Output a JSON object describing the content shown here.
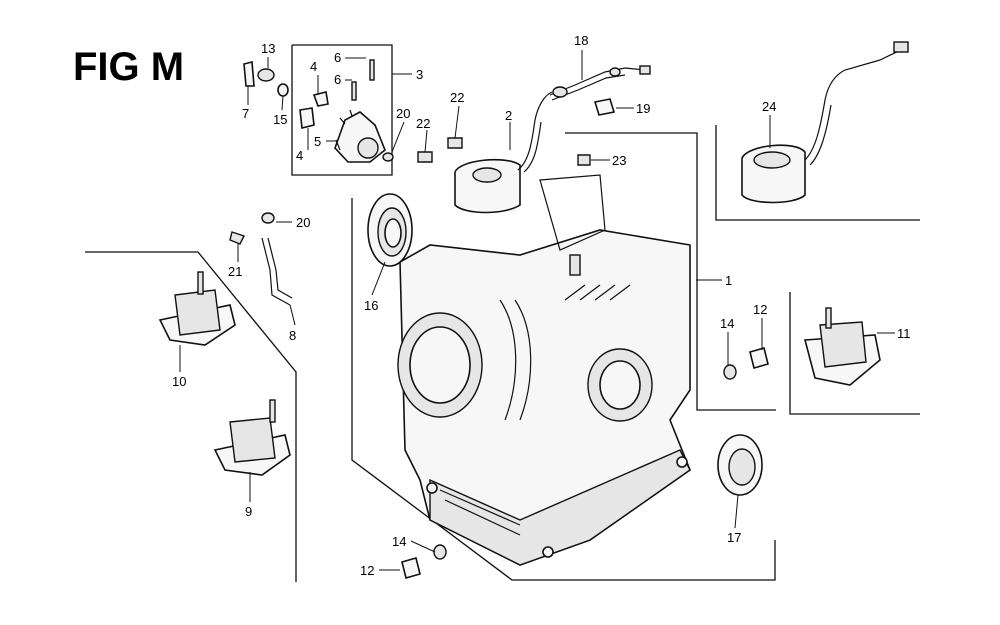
{
  "figure": {
    "title": "FIG M"
  },
  "callouts": [
    {
      "id": "c1",
      "text": "1"
    },
    {
      "id": "c2",
      "text": "2"
    },
    {
      "id": "c3",
      "text": "3"
    },
    {
      "id": "c4a",
      "text": "4"
    },
    {
      "id": "c4b",
      "text": "4"
    },
    {
      "id": "c5",
      "text": "5"
    },
    {
      "id": "c6a",
      "text": "6"
    },
    {
      "id": "c6b",
      "text": "6"
    },
    {
      "id": "c7",
      "text": "7"
    },
    {
      "id": "c8",
      "text": "8"
    },
    {
      "id": "c9",
      "text": "9"
    },
    {
      "id": "c10",
      "text": "10"
    },
    {
      "id": "c11",
      "text": "11"
    },
    {
      "id": "c12a",
      "text": "12"
    },
    {
      "id": "c12b",
      "text": "12"
    },
    {
      "id": "c13",
      "text": "13"
    },
    {
      "id": "c14a",
      "text": "14"
    },
    {
      "id": "c14b",
      "text": "14"
    },
    {
      "id": "c15",
      "text": "15"
    },
    {
      "id": "c16",
      "text": "16"
    },
    {
      "id": "c17",
      "text": "17"
    },
    {
      "id": "c18",
      "text": "18"
    },
    {
      "id": "c19",
      "text": "19"
    },
    {
      "id": "c20a",
      "text": "20"
    },
    {
      "id": "c20b",
      "text": "20"
    },
    {
      "id": "c21",
      "text": "21"
    },
    {
      "id": "c22a",
      "text": "22"
    },
    {
      "id": "c22b",
      "text": "22"
    },
    {
      "id": "c23",
      "text": "23"
    },
    {
      "id": "c24",
      "text": "24"
    }
  ]
}
